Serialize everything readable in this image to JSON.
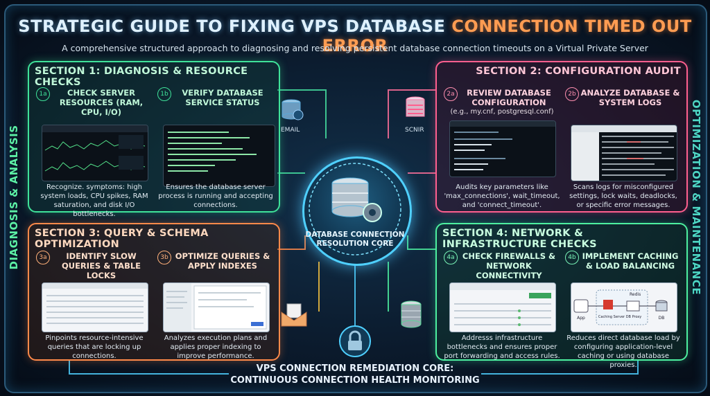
{
  "header": {
    "title_part1": "STRATEGIC GUIDE TO FIXING VPS DATABASE",
    "title_part2": "CONNECTION TIMED OUT ERROR",
    "subtitle": "A comprehensive structured approach to diagnosing and resolving persistent database connection timeouts on a Virtual Private Server"
  },
  "side_labels": {
    "left": "DIAGNOSIS & ANALYSIS",
    "right": "OPTIMIZATION & MAINTENANCE"
  },
  "sections": [
    {
      "title": "SECTION 1: DIAGNOSIS & RESOURCE CHECKS",
      "color": "#3fe39a",
      "cards": [
        {
          "num": "1a",
          "title": "CHECK SERVER RESOURCES (RAM, CPU, I/O)",
          "desc": "Recognize. symptoms: high system loads, CPU spikes, RAM saturation, and disk I/O bottlenecks."
        },
        {
          "num": "1b",
          "title": "VERIFY DATABASE SERVICE STATUS",
          "desc": "Ensures the database server process is running and accepting connections."
        }
      ]
    },
    {
      "title": "SECTION 2: CONFIGURATION AUDIT",
      "color": "#ff5f8f",
      "cards": [
        {
          "num": "2a",
          "title": "REVIEW DATABASE CONFIGURATION",
          "subtitle": "(e.g., my.cnf, postgresql.conf)",
          "desc": "Audits key parameters like 'max_connections', wait_timeout, and 'connect_timeout'."
        },
        {
          "num": "2b",
          "title": "ANALYZE DATABASE & SYSTEM LOGS",
          "desc": "Scans logs for misconfigured settings, lock waits, deadlocks, or specific error messages."
        }
      ]
    },
    {
      "title": "SECTION 3: QUERY & SCHEMA OPTIMIZATION",
      "color": "#ff8a4a",
      "cards": [
        {
          "num": "3a",
          "title": "IDENTIFY SLOW QUERIES & TABLE LOCKS",
          "desc": "Pinpoints resource-intensive queries that are locking up connections."
        },
        {
          "num": "3b",
          "title": "OPTIMIZE QUERIES & APPLY INDEXES",
          "desc": "Analyzes execution plans and applies proper indexing to improve performance."
        }
      ]
    },
    {
      "title": "SECTION 4: NETWORK & INFRASTRUCTURE CHECKS",
      "color": "#4df0a0",
      "cards": [
        {
          "num": "4a",
          "title": "CHECK FIREWALLS & NETWORK CONNECTIVITY",
          "desc": "Addresss infrastructure bottlenecks and ensures proper port forwarding and access rules."
        },
        {
          "num": "4b",
          "title": "IMPLEMENT CACHING & LOAD BALANCING",
          "desc": "Reduces direct database load by configuring application-level caching or using database proxies."
        }
      ]
    }
  ],
  "core": {
    "label": "DATABASE CONNECTION RESOLUTION CORE"
  },
  "modules": {
    "email_label": "EMAIL",
    "scnir_label": "SCNIR"
  },
  "diagram_4b": {
    "app": "App",
    "redis": "Redis",
    "caching_server": "Caching Server",
    "db_proxy": "DB Proxy",
    "db": "DB"
  },
  "footer": {
    "line1": "VPS CONNECTION REMEDIATION CORE:",
    "line2": "CONTINUOUS CONNECTION HEALTH MONITORING"
  }
}
